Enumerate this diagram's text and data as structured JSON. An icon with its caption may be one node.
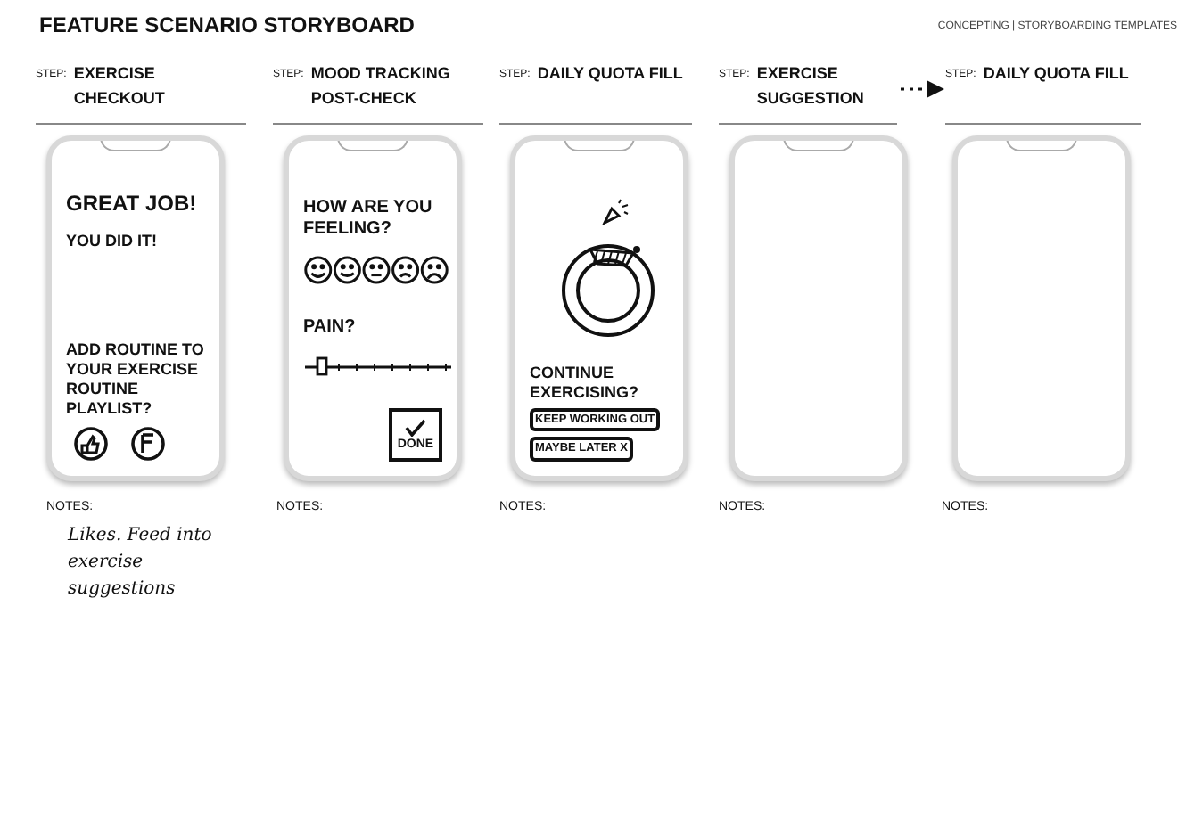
{
  "diagram": {
    "title": "FEATURE SCENARIO STORYBOARD",
    "nodes": [
      {
        "text": [
          "STEP:",
          "EXERCISE CHECKOUT"
        ]
      },
      {
        "text": [
          "GREAT JOB!",
          "YOU DID IT!",
          "ADD ROUTINE TO YOUR EXERCISE ROUTINE PLAYLIST?"
        ]
      },
      {
        "text": [
          "STEP:",
          "MOOD TRACKING POST-CHECK"
        ]
      },
      {
        "text": [
          "HOW ARE YOU FEELING?",
          "PAIN?"
        ]
      },
      {
        "text": [
          "DONE"
        ],
        "in": 3
      },
      {
        "text": [
          "STEP:",
          "DAILY QUOTA FILL"
        ]
      },
      {
        "text": [
          "CONTINUE EXERCISING?"
        ]
      },
      {
        "text": [
          "KEEP WORKING OUT"
        ],
        "in": 6
      },
      {
        "text": [
          "MAYBE LATER X"
        ],
        "in": 6
      },
      {
        "text": [
          "STEP:",
          "EXERCISE SUGGESTION"
        ]
      },
      {
        "text": [],
        "shape": "box"
      },
      {
        "text": [
          "STEP:",
          "DAILY QUOTA FILL"
        ]
      },
      {
        "text": [],
        "shape": "box"
      }
    ],
    "edges": [
      {
        "from": 9,
        "to": 11,
        "arrow": "to",
        "style": "dashed"
      }
    ],
    "labels": [
      "CONCEPTING | STORYBOARDING TEMPLATES",
      "NOTES:",
      "NOTES:",
      "NOTES:",
      "NOTES:",
      "NOTES:",
      "Likes. Feed into exercise suggestions"
    ]
  }
}
